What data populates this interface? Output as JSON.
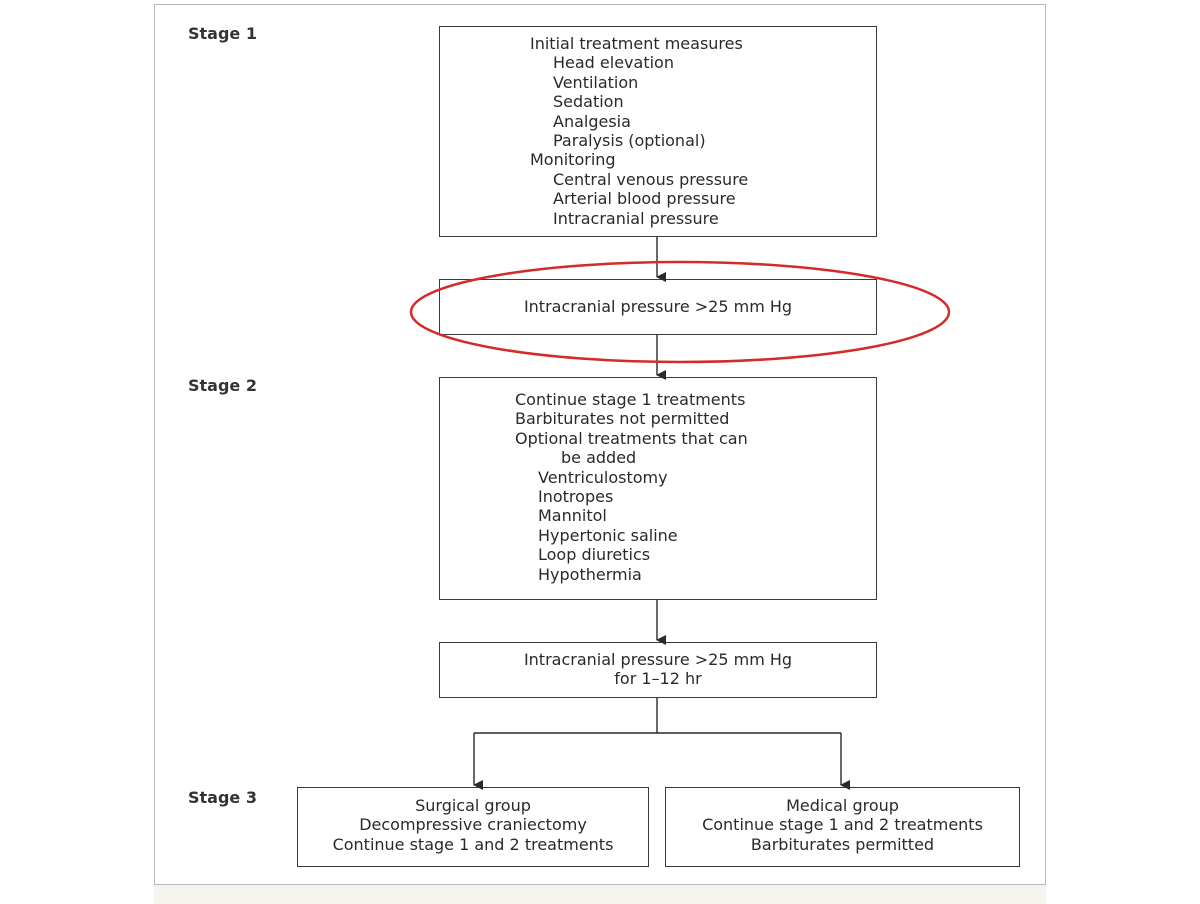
{
  "stages": {
    "stage1": "Stage 1",
    "stage2": "Stage 2",
    "stage3": "Stage 3"
  },
  "box_stage1": {
    "heading_treatment": "Initial treatment measures",
    "treatments": [
      "Head elevation",
      "Ventilation",
      "Sedation",
      "Analgesia",
      "Paralysis (optional)"
    ],
    "heading_monitoring": "Monitoring",
    "monitoring": [
      "Central venous pressure",
      "Arterial blood pressure",
      "Intracranial pressure"
    ]
  },
  "box_icp1": {
    "text": "Intracranial pressure >25 mm Hg"
  },
  "box_stage2": {
    "line1": "Continue stage 1 treatments",
    "line2": "Barbiturates not permitted",
    "line3": "Optional treatments that can",
    "line3b": "be added",
    "options": [
      "Ventriculostomy",
      "Inotropes",
      "Mannitol",
      "Hypertonic saline",
      "Loop diuretics",
      "Hypothermia"
    ]
  },
  "box_icp2": {
    "line1": "Intracranial pressure >25 mm Hg",
    "line2": "for 1–12 hr"
  },
  "box_surgical": {
    "title": "Surgical group",
    "line1": "Decompressive craniectomy",
    "line2": "Continue stage 1 and 2 treatments"
  },
  "box_medical": {
    "title": "Medical group",
    "line1": "Continue stage 1 and 2 treatments",
    "line2": "Barbiturates permitted"
  },
  "highlight_color": "#d42a2a",
  "arrow_color": "#2a2a2a"
}
